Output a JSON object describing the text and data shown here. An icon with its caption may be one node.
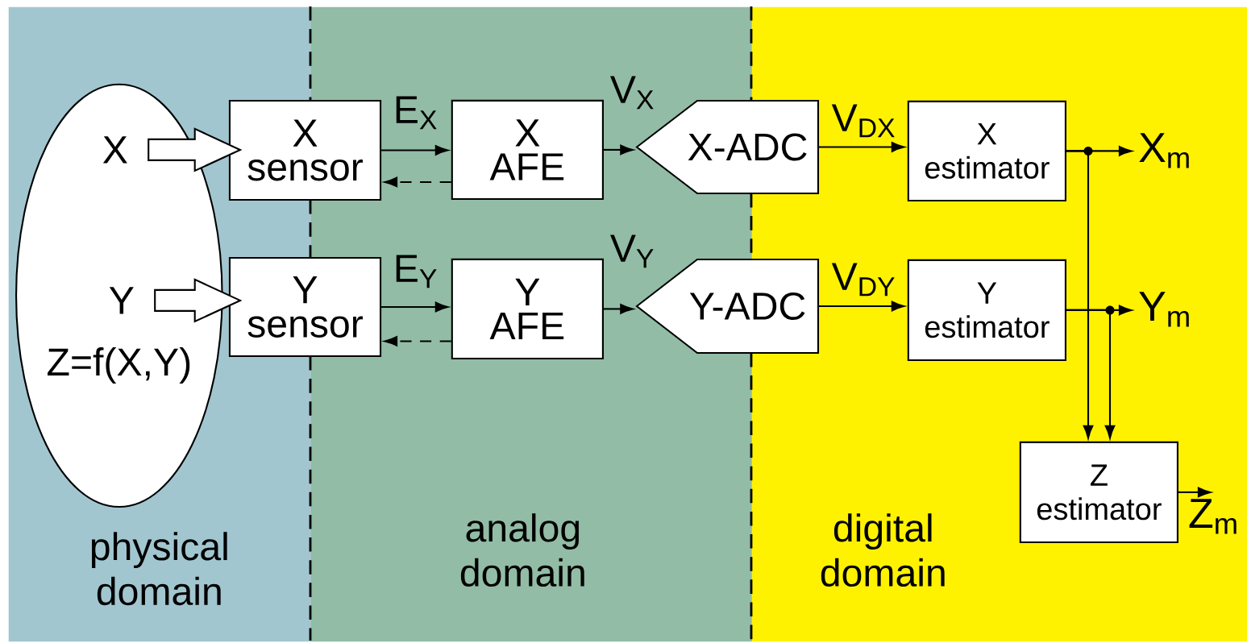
{
  "diagram": {
    "nodes": [
      {
        "text": [
          "physical domain"
        ]
      },
      {
        "text": [
          "analog domain"
        ]
      },
      {
        "text": [
          "digital domain"
        ]
      },
      {
        "text": [
          "Z=f(X,Y)"
        ],
        "in": 0
      },
      {
        "text": [
          "X"
        ],
        "in": 3
      },
      {
        "text": [
          "Y"
        ],
        "in": 3
      },
      {
        "text": [
          "X sensor"
        ]
      },
      {
        "text": [
          "X AFE"
        ],
        "in": 1
      },
      {
        "text": [
          "X-ADC"
        ]
      },
      {
        "text": [
          "X estimator"
        ],
        "in": 2
      },
      {
        "text": [
          "X$_{m}$"
        ],
        "in": 2
      },
      {
        "text": [
          "Y sensor"
        ]
      },
      {
        "text": [
          "Y AFE"
        ],
        "in": 1
      },
      {
        "text": [
          "Y-ADC"
        ]
      },
      {
        "text": [
          "Y estimator"
        ],
        "in": 2
      },
      {
        "text": [
          "Y$_{m}$"
        ],
        "in": 2
      },
      {
        "text": [
          "Z estimator"
        ],
        "in": 2
      },
      {
        "text": [
          "Z$_{m}$"
        ],
        "in": 2
      }
    ],
    "edges": [
      {
        "from": 4,
        "to": 6,
        "arrow": "to"
      },
      {
        "from": 5,
        "to": 11,
        "arrow": "to"
      },
      {
        "from": 6,
        "to": 7,
        "arrow": "to",
        "label": "E$_{X}$"
      },
      {
        "from": 7,
        "to": 6,
        "arrow": "to",
        "style": "dashed"
      },
      {
        "from": 7,
        "to": 8,
        "arrow": "to",
        "label": "V$_{X}$"
      },
      {
        "from": 8,
        "to": 9,
        "arrow": "to",
        "label": "V$_{DX}$"
      },
      {
        "from": 9,
        "to": 10,
        "arrow": "to"
      },
      {
        "from": 9,
        "to": 16,
        "arrow": "to"
      },
      {
        "from": 11,
        "to": 12,
        "arrow": "to",
        "label": "E$_{Y}$"
      },
      {
        "from": 12,
        "to": 11,
        "arrow": "to",
        "style": "dashed"
      },
      {
        "from": 12,
        "to": 13,
        "arrow": "to",
        "label": "V$_{Y}$"
      },
      {
        "from": 13,
        "to": 14,
        "arrow": "to",
        "label": "V$_{DY}$"
      },
      {
        "from": 14,
        "to": 15,
        "arrow": "to"
      },
      {
        "from": 14,
        "to": 16,
        "arrow": "to"
      },
      {
        "from": 16,
        "to": 17,
        "arrow": "to"
      }
    ]
  }
}
